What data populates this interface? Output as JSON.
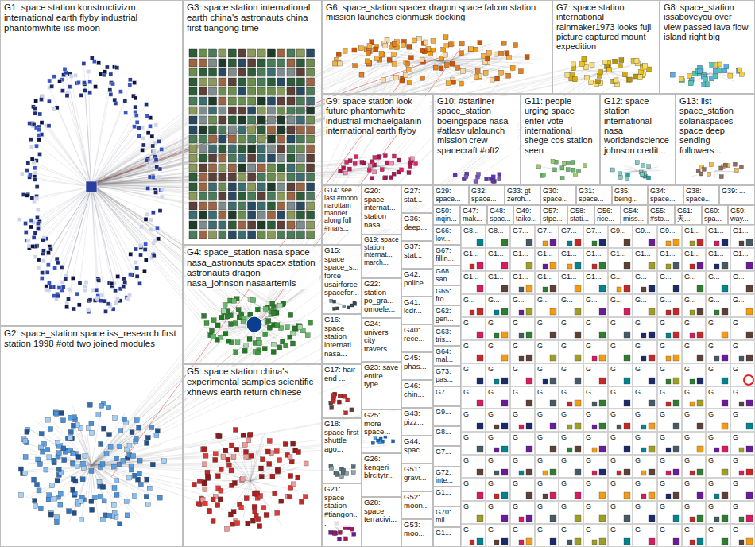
{
  "diagram": {
    "nodes": [
      {
        "text": [
          "G1: space station konstructivizm international earth flyby industrial phantomwhite iss moon"
        ]
      },
      {
        "text": [
          "G3: space station international earth china's astronauts china first tiangong time"
        ]
      },
      {
        "text": [
          "G4: space_station nasa space nasa_astronauts spacex station astronauts dragon nasa_johnson nasaartemis"
        ]
      },
      {
        "text": [
          "G2: space_station space iss_research first station 1998 #otd two joined modules"
        ]
      },
      {
        "text": [
          "G5: space station china's experimental samples scientific xhnews earth return chinese"
        ]
      },
      {
        "text": [
          "G6: space_station spacex dragon space falcon station mission launches elonmusk docking"
        ]
      },
      {
        "text": [
          "G7: space station international rainmaker1973 looks fuji picture captured mount expedition"
        ]
      },
      {
        "text": [
          "G8: space_station issaboveyou over view passed lava flow island right big"
        ]
      },
      {
        "text": [
          "G9: space station look future phantomwhite industrial michaelgalanin international earth flyby"
        ]
      },
      {
        "text": [
          "G10: #starliner space_station boeingspace nasa #atlasv ulalaunch mission crew spacecraft #oft2"
        ]
      },
      {
        "text": [
          "G11: people urging space enter vote international shege cos station seen"
        ]
      },
      {
        "text": [
          "G12: space station international nasa worldandscience johnson credit..."
        ]
      },
      {
        "text": [
          "G13: list space_station solanaspaces space deep sending followers..."
        ]
      },
      {
        "text": [
          "G14: see last #moon narottam manner along full #mars..."
        ]
      },
      {
        "text": [
          "G15: space space_s... force usairforce spacefor..."
        ]
      },
      {
        "text": [
          "G16: space station internati... nasa..."
        ]
      },
      {
        "text": [
          "G17: hair end ..."
        ]
      },
      {
        "text": [
          "G18: space first shuttle ago..."
        ]
      },
      {
        "text": [
          "G21: space station #tiangon..."
        ]
      },
      {
        "text": [
          "G20: space internat... station nasa..."
        ]
      },
      {
        "text": [
          "G19: space station internat... march..."
        ]
      },
      {
        "text": [
          "G22: station po_gra... omoele..."
        ]
      },
      {
        "text": [
          "G24: univers city travers..."
        ]
      },
      {
        "text": [
          "G23: save entire type..."
        ]
      },
      {
        "text": [
          "G25: more space..."
        ]
      },
      {
        "text": [
          "G26: kengeri blrcitytr..."
        ]
      },
      {
        "text": [
          "G28: space terracivi..."
        ]
      },
      {
        "text": [
          "G27: stat..."
        ]
      },
      {
        "text": [
          "G36: deep..."
        ]
      },
      {
        "text": [
          "G37: stat..."
        ]
      },
      {
        "text": [
          "G42: police"
        ]
      },
      {
        "text": [
          "G41: lcdr..."
        ]
      },
      {
        "text": [
          "G40: rece..."
        ]
      },
      {
        "text": [
          "G45: phas..."
        ]
      },
      {
        "text": [
          "G46: chin..."
        ]
      },
      {
        "text": [
          "G43: pizz..."
        ]
      },
      {
        "text": [
          "G44: spac..."
        ]
      },
      {
        "text": [
          "G51: gravi..."
        ]
      },
      {
        "text": [
          "G52: moon..."
        ]
      },
      {
        "text": [
          "G53: moo..."
        ]
      },
      {
        "text": [
          "G29: space..."
        ]
      },
      {
        "text": [
          "G32: space..."
        ]
      },
      {
        "text": [
          "G33: gt zeroh..."
        ]
      },
      {
        "text": [
          "G30: space..."
        ]
      },
      {
        "text": [
          "G31: space..."
        ]
      },
      {
        "text": [
          "G35: being..."
        ]
      },
      {
        "text": [
          "G34: space..."
        ]
      },
      {
        "text": [
          "G38: space..."
        ]
      },
      {
        "text": [
          "G39: ..."
        ]
      },
      {
        "text": [
          "G50: inqin..."
        ]
      },
      {
        "text": [
          "G47: mak..."
        ]
      },
      {
        "text": [
          "G48: spac..."
        ]
      },
      {
        "text": [
          "G49: taiko..."
        ]
      },
      {
        "text": [
          "G57: stpe..."
        ]
      },
      {
        "text": [
          "G58: stati..."
        ]
      },
      {
        "text": [
          "G56: rice..."
        ]
      },
      {
        "text": [
          "G54: miss..."
        ]
      },
      {
        "text": [
          "G55: #sto..."
        ]
      },
      {
        "text": [
          "G61: 天..."
        ]
      },
      {
        "text": [
          "G60: spa..."
        ]
      },
      {
        "text": [
          "G59: way..."
        ]
      },
      {
        "text": [
          "G66: lov..."
        ]
      },
      {
        "text": [
          "G67: fillin..."
        ]
      },
      {
        "text": [
          "G68: san..."
        ]
      },
      {
        "text": [
          "G65: fro..."
        ]
      },
      {
        "text": [
          "G62: gen..."
        ]
      },
      {
        "text": [
          "G63: tris..."
        ]
      },
      {
        "text": [
          "G64: mal..."
        ]
      },
      {
        "text": [
          "G73: pas..."
        ]
      },
      {
        "text": [
          "G7..."
        ]
      },
      {
        "text": [
          "G9..."
        ]
      },
      {
        "text": [
          "G8..."
        ]
      },
      {
        "text": [
          "G7..."
        ]
      },
      {
        "text": [
          "G72: inte..."
        ]
      },
      {
        "text": [
          "G1..."
        ]
      },
      {
        "text": [
          "G70: mil..."
        ]
      },
      {
        "text": [
          "G1..."
        ]
      },
      {
        "text": [
          "G8..."
        ]
      },
      {
        "text": [
          "G8..."
        ]
      },
      {
        "text": [
          "G7..."
        ]
      },
      {
        "text": [
          "G7..."
        ]
      },
      {
        "text": [
          "G7..."
        ]
      },
      {
        "text": [
          "G7..."
        ]
      },
      {
        "text": [
          "G9..."
        ]
      },
      {
        "text": [
          "G9..."
        ]
      },
      {
        "text": [
          "G9..."
        ]
      },
      {
        "text": [
          "G1..."
        ]
      },
      {
        "text": [
          "G1..."
        ]
      },
      {
        "text": [
          "G1..."
        ]
      },
      {
        "text": [
          "G1..."
        ]
      },
      {
        "text": [
          "G1..."
        ]
      },
      {
        "text": [
          "G1..."
        ]
      },
      {
        "text": [
          "G1..."
        ]
      },
      {
        "text": [
          "G1..."
        ]
      },
      {
        "text": [
          "G1..."
        ]
      },
      {
        "text": [
          "G1..."
        ]
      },
      {
        "text": [
          "G1..."
        ]
      },
      {
        "text": [
          "G1..."
        ]
      },
      {
        "text": [
          "G1..."
        ]
      },
      {
        "text": [
          "G1..."
        ]
      },
      {
        "text": [
          "G1..."
        ]
      },
      {
        "text": [
          "G1..."
        ]
      },
      {
        "text": [
          "G1..."
        ]
      },
      {
        "text": [
          "G1..."
        ]
      },
      {
        "text": [
          "G1..."
        ]
      },
      {
        "text": [
          "G1..."
        ]
      },
      {
        "text": [
          "G1..."
        ]
      },
      {
        "text": [
          "G..."
        ]
      },
      {
        "text": [
          "G..."
        ]
      },
      {
        "text": [
          "G..."
        ]
      },
      {
        "text": [
          "G..."
        ]
      },
      {
        "text": [
          "G..."
        ]
      },
      {
        "text": [
          "G..."
        ]
      },
      {
        "text": [
          "G..."
        ]
      },
      {
        "text": [
          "G..."
        ]
      },
      {
        "text": [
          "G..."
        ]
      },
      {
        "text": [
          "G..."
        ]
      },
      {
        "text": [
          "G..."
        ]
      },
      {
        "text": [
          "G..."
        ]
      },
      {
        "text": [
          "G..."
        ]
      },
      {
        "text": [
          "G..."
        ]
      },
      {
        "text": [
          "G..."
        ]
      },
      {
        "text": [
          "G..."
        ]
      },
      {
        "text": [
          "G..."
        ]
      },
      {
        "text": [
          "G..."
        ]
      },
      {
        "text": [
          "G"
        ]
      },
      {
        "text": [
          "G"
        ]
      },
      {
        "text": [
          "G"
        ]
      },
      {
        "text": [
          "G"
        ]
      },
      {
        "text": [
          "G"
        ]
      },
      {
        "text": [
          "G"
        ]
      },
      {
        "text": [
          "G"
        ]
      },
      {
        "text": [
          "G"
        ]
      },
      {
        "text": [
          "G"
        ]
      },
      {
        "text": [
          "G"
        ]
      },
      {
        "text": [
          "G"
        ]
      },
      {
        "text": [
          "G"
        ]
      },
      {
        "text": [
          "G"
        ]
      },
      {
        "text": [
          "G"
        ]
      },
      {
        "text": [
          "G"
        ]
      },
      {
        "text": [
          "G"
        ]
      },
      {
        "text": [
          "G"
        ]
      },
      {
        "text": [
          "G"
        ]
      },
      {
        "text": [
          "G"
        ]
      },
      {
        "text": [
          "G"
        ]
      },
      {
        "text": [
          "G"
        ]
      },
      {
        "text": [
          "G"
        ]
      },
      {
        "text": [
          "G"
        ]
      },
      {
        "text": [
          "G"
        ]
      },
      {
        "text": [
          "G"
        ]
      },
      {
        "text": [
          "G"
        ]
      },
      {
        "text": [
          "G"
        ]
      },
      {
        "text": [
          "G"
        ]
      },
      {
        "text": [
          "G"
        ]
      },
      {
        "text": [
          "G"
        ]
      },
      {
        "text": [
          "G"
        ]
      },
      {
        "text": [
          "G"
        ]
      },
      {
        "text": [
          "G"
        ]
      },
      {
        "text": [
          "G"
        ]
      },
      {
        "text": [
          "G"
        ]
      },
      {
        "text": [
          "G"
        ]
      },
      {
        "text": [
          "G"
        ]
      },
      {
        "text": [
          "G"
        ]
      },
      {
        "text": [
          "G"
        ]
      },
      {
        "text": [
          "G"
        ]
      },
      {
        "text": [
          "G"
        ]
      },
      {
        "text": [
          "G"
        ]
      },
      {
        "text": [
          "G"
        ]
      },
      {
        "text": [
          "G"
        ]
      },
      {
        "text": [
          "G"
        ]
      },
      {
        "text": [
          "G"
        ]
      },
      {
        "text": [
          "G"
        ]
      },
      {
        "text": [
          "G"
        ]
      },
      {
        "text": [
          "G"
        ]
      },
      {
        "text": [
          "G"
        ]
      },
      {
        "text": [
          "G"
        ]
      },
      {
        "text": [
          "G"
        ]
      },
      {
        "text": [
          "G"
        ]
      },
      {
        "text": [
          "G"
        ]
      },
      {
        "text": [
          "G"
        ]
      },
      {
        "text": [
          "G"
        ]
      },
      {
        "text": [
          "G"
        ]
      },
      {
        "text": [
          "G"
        ]
      },
      {
        "text": [
          "G"
        ]
      },
      {
        "text": [
          "G"
        ]
      },
      {
        "text": [
          "G"
        ]
      },
      {
        "text": [
          "G"
        ]
      },
      {
        "text": [
          "G"
        ]
      },
      {
        "text": [
          "G"
        ]
      },
      {
        "text": [
          "G"
        ]
      },
      {
        "text": [
          "G"
        ]
      },
      {
        "text": [
          "G"
        ]
      },
      {
        "text": [
          "G"
        ]
      },
      {
        "text": [
          "G"
        ]
      },
      {
        "text": [
          "G"
        ]
      },
      {
        "text": [
          "G"
        ]
      },
      {
        "text": [
          "G"
        ]
      },
      {
        "text": [
          "G"
        ]
      },
      {
        "text": [
          "G"
        ]
      },
      {
        "text": [
          "G"
        ]
      },
      {
        "text": [
          "G"
        ]
      },
      {
        "text": [
          "G"
        ]
      },
      {
        "text": [
          "G"
        ]
      },
      {
        "text": [
          "G"
        ]
      },
      {
        "text": [
          "G"
        ]
      },
      {
        "text": [
          "G"
        ]
      },
      {
        "text": [
          "G"
        ]
      },
      {
        "text": [
          "G"
        ]
      },
      {
        "text": [
          "G"
        ]
      },
      {
        "text": [
          "G"
        ]
      },
      {
        "text": [
          "G"
        ]
      },
      {
        "text": [
          "G"
        ]
      },
      {
        "text": [
          "G"
        ]
      },
      {
        "text": [
          "G"
        ]
      },
      {
        "text": [
          "G"
        ]
      },
      {
        "text": [
          "G"
        ]
      },
      {
        "text": [
          "G"
        ]
      },
      {
        "text": [
          "G"
        ]
      },
      {
        "text": [
          "G"
        ]
      },
      {
        "text": [
          "G"
        ]
      },
      {
        "text": [
          "G"
        ]
      },
      {
        "text": [
          "G"
        ]
      },
      {
        "text": [
          "G"
        ]
      },
      {
        "text": [
          "G"
        ]
      },
      {
        "text": [
          "G"
        ]
      },
      {
        "text": [
          "G"
        ]
      },
      {
        "text": [
          "G"
        ]
      },
      {
        "text": [
          "G"
        ]
      },
      {
        "text": [
          "G"
        ]
      },
      {
        "text": [
          "G"
        ]
      },
      {
        "text": [
          "G"
        ]
      },
      {
        "text": [
          "G"
        ]
      },
      {
        "text": [
          "G"
        ]
      },
      {
        "text": [
          "G"
        ]
      },
      {
        "text": [
          "G"
        ]
      },
      {
        "text": [
          "G"
        ]
      },
      {
        "text": [
          "G"
        ]
      },
      {
        "text": [
          "G"
        ]
      },
      {
        "text": [
          "G"
        ]
      },
      {
        "text": [
          "G"
        ]
      },
      {
        "text": [
          "G"
        ]
      },
      {
        "text": [
          "G"
        ]
      },
      {
        "text": [
          "G"
        ]
      },
      {
        "text": [
          "G"
        ]
      },
      {
        "text": [
          "G"
        ]
      }
    ]
  }
}
